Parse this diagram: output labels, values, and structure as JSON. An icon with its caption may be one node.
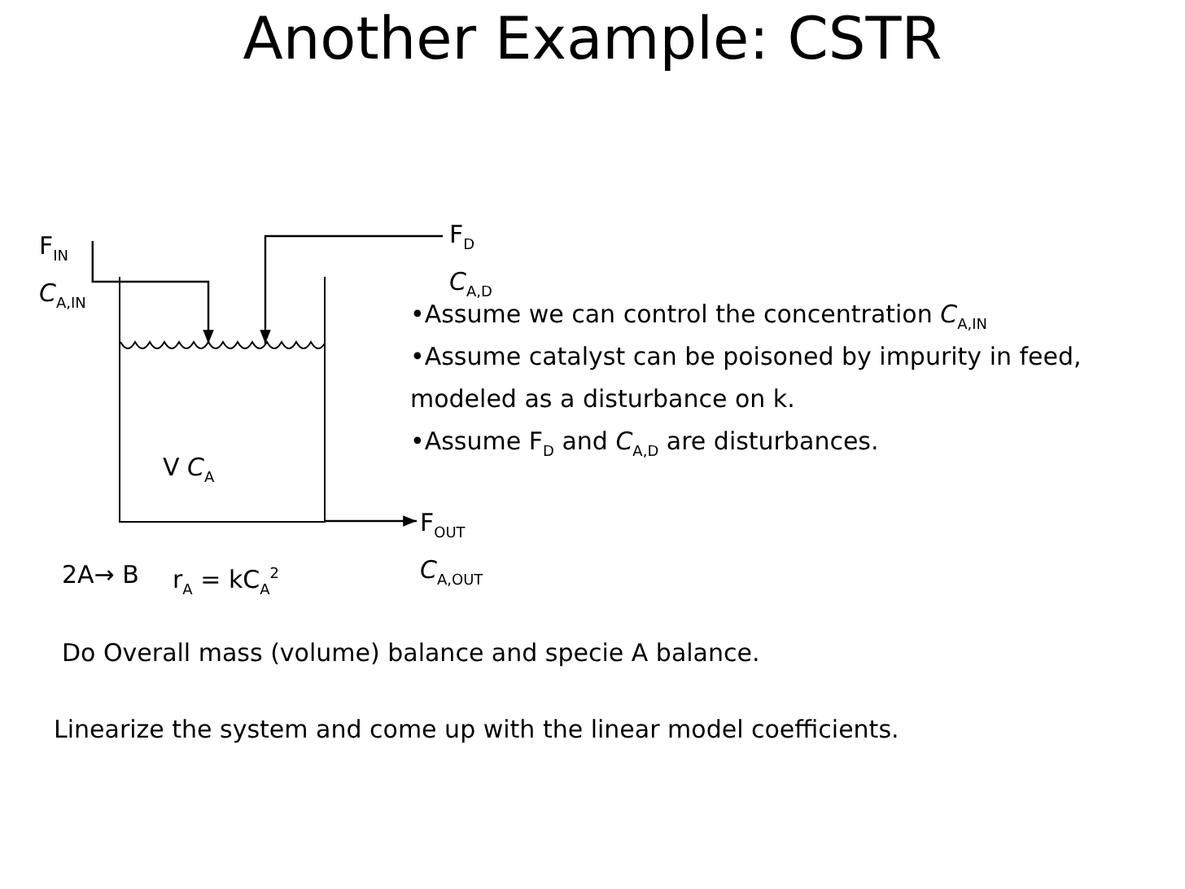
{
  "diagram": {
    "title": "Another Example: CSTR",
    "nodes": [
      {
        "text": [
          "F$_{IN}$",
          "*C*$_{A,IN}$"
        ]
      },
      {
        "text": [
          "F$_{D}$",
          "*C*$_{A,D}$"
        ]
      },
      {
        "text": [
          "V   *C*$_{A}$"
        ]
      },
      {
        "text": [
          "F$_{OUT}$",
          "*C*$_{A,OUT}$"
        ]
      }
    ],
    "edges": [
      {
        "from": 0,
        "to": 2,
        "arrow": "to"
      },
      {
        "from": 1,
        "to": 2,
        "arrow": "to"
      },
      {
        "from": 2,
        "to": 3,
        "arrow": "to"
      }
    ],
    "labels": [
      "•Assume we can control the concentration *C*$_{A,IN}$",
      "•Assume catalyst can be poisoned by impurity in feed, modeled as a disturbance on k.",
      "•Assume F$_{D}$ and *C*$_{A,D}$ are disturbances.",
      "2A→ B",
      "r$_{A}$ = kC$_{A}$$^{2}$",
      "Do Overall mass (volume) balance and specie A balance.",
      "Linearize the system and come up with the linear model coefficients."
    ]
  }
}
